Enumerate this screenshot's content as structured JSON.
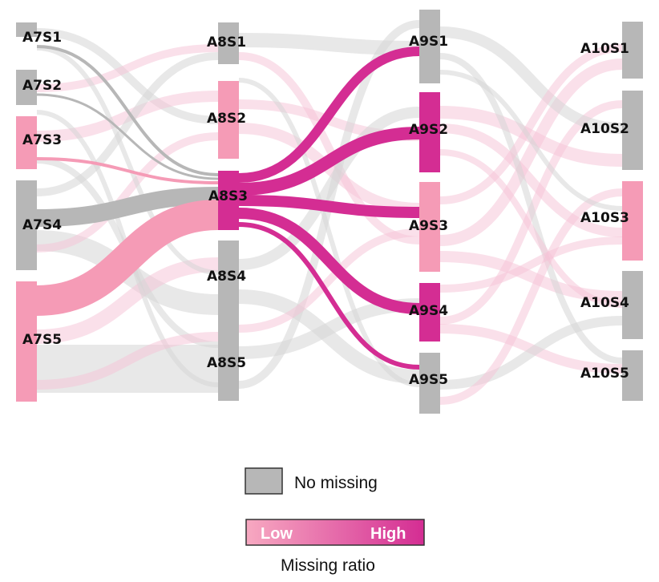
{
  "colors": {
    "no_missing": "#b7b7b7",
    "low": "#f59bb6",
    "mid": "#ec6aa8",
    "high": "#d42d93",
    "faint_gray": "#d6d6d6",
    "faint_pink": "#f6c2d6"
  },
  "nodes": [
    {
      "id": "A7S1",
      "label": "A7S1",
      "status": "none"
    },
    {
      "id": "A7S2",
      "label": "A7S2",
      "status": "none"
    },
    {
      "id": "A7S3",
      "label": "A7S3",
      "status": "low"
    },
    {
      "id": "A7S4",
      "label": "A7S4",
      "status": "none"
    },
    {
      "id": "A7S5",
      "label": "A7S5",
      "status": "low"
    },
    {
      "id": "A8S1",
      "label": "A8S1",
      "status": "none"
    },
    {
      "id": "A8S2",
      "label": "A8S2",
      "status": "low"
    },
    {
      "id": "A8S3",
      "label": "A8S3",
      "status": "high"
    },
    {
      "id": "A8S4",
      "label": "A8S4",
      "status": "none"
    },
    {
      "id": "A8S5",
      "label": "A8S5",
      "status": "none"
    },
    {
      "id": "A9S1",
      "label": "A9S1",
      "status": "none"
    },
    {
      "id": "A9S2",
      "label": "A9S2",
      "status": "high"
    },
    {
      "id": "A9S3",
      "label": "A9S3",
      "status": "low"
    },
    {
      "id": "A9S4",
      "label": "A9S4",
      "status": "high"
    },
    {
      "id": "A9S5",
      "label": "A9S5",
      "status": "none"
    },
    {
      "id": "A10S1",
      "label": "A10S1",
      "status": "none"
    },
    {
      "id": "A10S2",
      "label": "A10S2",
      "status": "none"
    },
    {
      "id": "A10S3",
      "label": "A10S3",
      "status": "low"
    },
    {
      "id": "A10S4",
      "label": "A10S4",
      "status": "none"
    },
    {
      "id": "A10S5",
      "label": "A10S5",
      "status": "none"
    }
  ],
  "highlighted_links": [
    {
      "source": "A7S1",
      "target": "A8S3",
      "status": "none"
    },
    {
      "source": "A7S2",
      "target": "A8S3",
      "status": "none"
    },
    {
      "source": "A7S3",
      "target": "A8S3",
      "status": "low"
    },
    {
      "source": "A7S4",
      "target": "A8S3",
      "status": "none"
    },
    {
      "source": "A7S5",
      "target": "A8S3",
      "status": "low"
    },
    {
      "source": "A8S3",
      "target": "A9S1",
      "status": "high"
    },
    {
      "source": "A8S3",
      "target": "A9S2",
      "status": "high"
    },
    {
      "source": "A8S3",
      "target": "A9S3",
      "status": "high"
    },
    {
      "source": "A8S3",
      "target": "A9S4",
      "status": "high"
    },
    {
      "source": "A8S3",
      "target": "A9S5",
      "status": "high"
    }
  ],
  "legend": {
    "no_missing_label": "No missing",
    "low_label": "Low",
    "high_label": "High",
    "ratio_label": "Missing ratio"
  }
}
